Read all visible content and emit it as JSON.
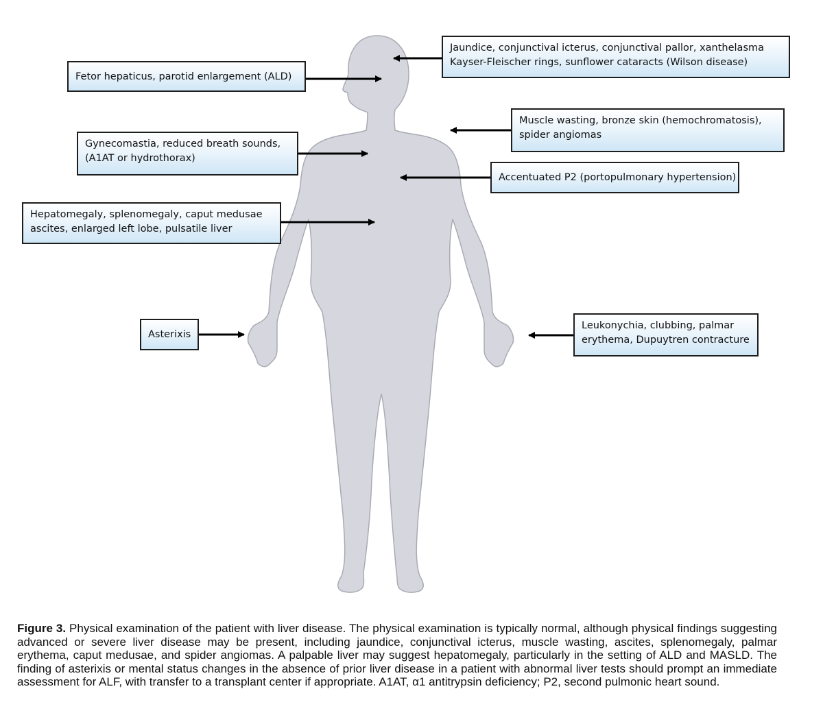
{
  "callouts": {
    "eyes": {
      "line1": "Jaundice, conjunctival icterus, conjunctival pallor, xanthelasma",
      "line2": "Kayser-Fleischer rings, sunflower cataracts (Wilson disease)"
    },
    "face": {
      "line1": "Fetor hepaticus, parotid enlargement (ALD)"
    },
    "skin": {
      "line1": "Muscle wasting, bronze skin (hemochromatosis),",
      "line2": "spider angiomas"
    },
    "chest": {
      "line1": "Gynecomastia, reduced breath sounds,",
      "line2": "(A1AT or hydrothorax)"
    },
    "heart": {
      "line1": "Accentuated P2 (portopulmonary hypertension)"
    },
    "abdomen": {
      "line1": "Hepatomegaly, splenomegaly, caput medusae",
      "line2": "ascites, enlarged left lobe, pulsatile liver"
    },
    "left_hand": {
      "line1": "Asterixis"
    },
    "right_hand": {
      "line1": "Leukonychia, clubbing, palmar",
      "line2": "erythema, Dupuytren contracture"
    }
  },
  "colors": {
    "body_fill": "#d6d7de",
    "body_outline": "#a9aab3",
    "box_gradient_top": "#ffffff",
    "box_gradient_bottom": "#cfe6f6",
    "arrow": "#000000"
  },
  "caption": {
    "label": "Figure 3.",
    "text": " Physical examination of the patient with liver disease. The physical examination is typically normal, although physical findings suggesting advanced or severe liver disease may be present, including jaundice, conjunctival icterus, muscle wasting, ascites, splenomegaly, palmar erythema, caput medusae, and spider angiomas. A palpable liver may suggest hepatomegaly, particularly in the setting of ALD and MASLD. The finding of asterixis or mental status changes in the absence of prior liver disease in a patient with abnormal liver tests should prompt an immediate assessment for ALF, with transfer to a transplant center if appropriate. A1AT, α1 antitrypsin deficiency; P2, second pulmonic heart sound."
  }
}
